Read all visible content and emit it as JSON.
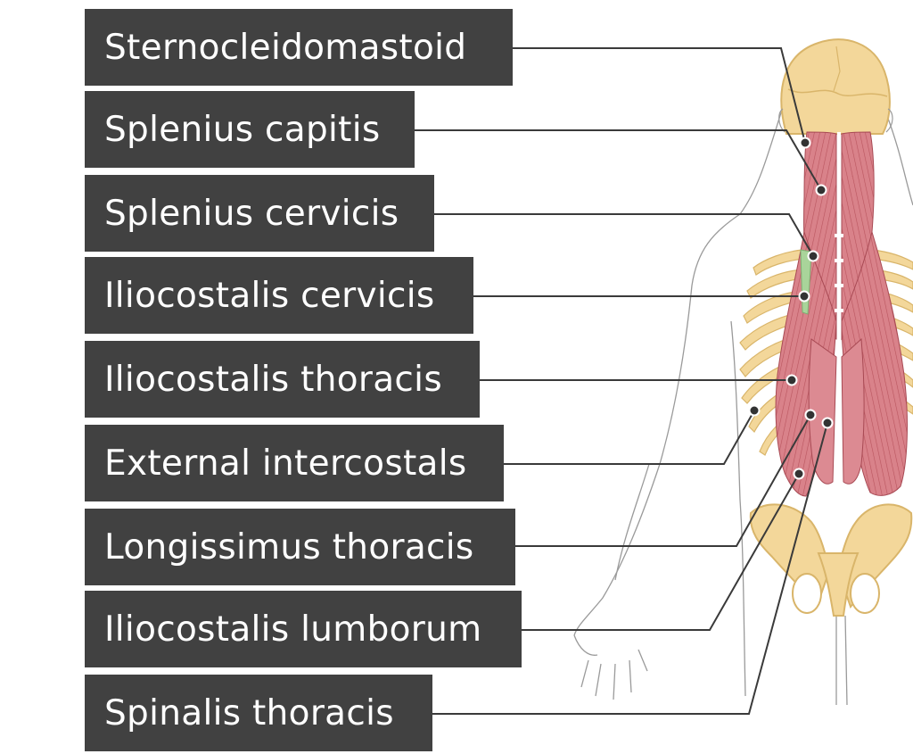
{
  "labels": [
    "Sternocleidomastoid",
    "Splenius capitis",
    "Splenius cervicis",
    "Iliocostalis cervicis",
    "Iliocostalis thoracis",
    "External intercostals",
    "Longissimus thoracis",
    "Iliocostalis lumborum",
    "Spinalis thoracis"
  ],
  "colors": {
    "label_bg": "#414141",
    "label_text": "#ffffff",
    "leader_line": "#3a3a3a",
    "muscle": "#d9828a",
    "muscle_stroke": "#a84a54",
    "bone": "#f3d79a",
    "bone_stroke": "#d9b56a",
    "tendon": "#a9d49a",
    "outline": "#9a9a9a"
  },
  "icons": [
    "posterior-torso-illustration"
  ]
}
